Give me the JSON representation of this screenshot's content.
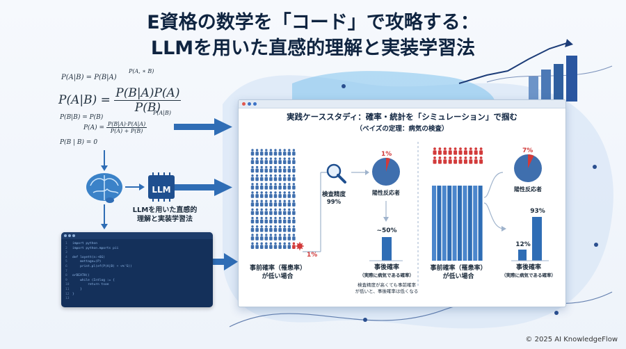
{
  "title": {
    "line1": "E資格の数学を「コード」で攻略する：",
    "line2": "LLMを用いた直感的理解と実装学習法"
  },
  "formulas": {
    "f1": "P(A|B) = P(B|A)",
    "f2": "P(A, ∗ B)",
    "main_lhs": "P(A|B) =",
    "main_num": "P(B|A)P(A)",
    "main_den": "P(B)",
    "f3": "P(B|B) = P(B)",
    "f4": "P(A|B)",
    "f5_lhs": "P(A) =",
    "f5_num": "P(B|A)·P(A|A)",
    "f5_den": "P(A) + P(B)",
    "f6": "P(B | B) = 0"
  },
  "llm": {
    "chip_label": "LLM",
    "caption1": "LLMを用いた直感的",
    "caption2": "理解と実装学習法"
  },
  "code_lines": [
    {
      "n": "1",
      "t": "import python"
    },
    {
      "n": "2",
      "t": "import python.mports pii"
    },
    {
      "n": "3",
      "t": ""
    },
    {
      "n": "4",
      "t": "def loyett(n:+6G)"
    },
    {
      "n": "5",
      "t": "    mettage=(P)"
    },
    {
      "n": "6",
      "t": "    print.pl(ef(P(A|B) + <%'S))"
    },
    {
      "n": "7",
      "t": ""
    },
    {
      "n": "8",
      "t": "orDEATH(("
    },
    {
      "n": "9",
      "t": "    while (Intlog := {"
    },
    {
      "n": "10",
      "t": "        return tsoe"
    },
    {
      "n": "11",
      "t": "    }"
    },
    {
      "n": "12",
      "t": "}"
    },
    {
      "n": "13",
      "t": ""
    }
  ],
  "panel": {
    "title1": "実践ケーススタディ：確率・統計を「シミュレーション」で掴む",
    "title2": "（ベイズの定理：病気の検査）",
    "left": {
      "prior_pct": "1%",
      "prior_label1": "事前確率（罹患率）",
      "prior_label2": "が低い場合",
      "test_acc_label": "検査精度",
      "test_acc_value": "99%",
      "pie_pct": "1%",
      "pie_label": "陽性反応者",
      "posterior_value": "~50%",
      "posterior_label1": "事後確率",
      "posterior_label2": "（実際に病気である確率）",
      "note1": "検査精度が高くても事前確率",
      "note2": "が低いと、事後確率は低くなる"
    },
    "right": {
      "prior_label1": "事前確率（罹患率）",
      "prior_label2": "が低い場合",
      "pie_pct": "7%",
      "pie_label": "陽性反応者",
      "bar_low": "12%",
      "bar_high": "93%",
      "posterior_label1": "事後確率",
      "posterior_label2": "（実際に病気である確率）"
    }
  },
  "footer": "© 2025 AI KnowledgeFlow",
  "colors": {
    "accent": "#2f6db5",
    "highlight": "#d23a3a",
    "people_blue": "#3f6fae"
  }
}
